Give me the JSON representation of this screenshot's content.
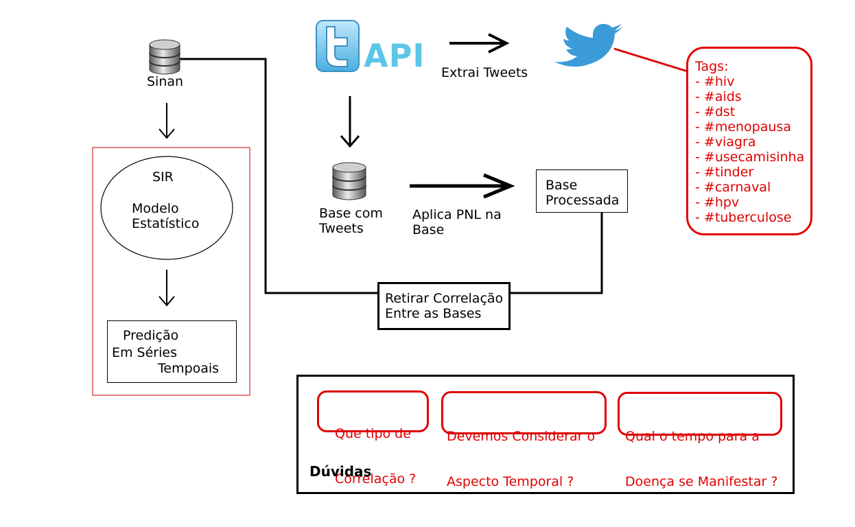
{
  "sinan": {
    "label": "Sinan"
  },
  "twitter_api": {
    "api_label": "API"
  },
  "extract": {
    "label": "Extrai Tweets"
  },
  "tags": {
    "title": "Tags:",
    "items": [
      "- #hiv",
      "- #aids",
      "- #dst",
      "- #menopausa",
      "- #viagra",
      "- #usecamisinha",
      "- #tinder",
      "- #carnaval",
      "- #hpv",
      "- #tuberculose"
    ]
  },
  "sir_panel": {
    "sir_label": "SIR",
    "model_line1": "Modelo",
    "model_line2": "Estatístico",
    "prediction_line1": "Predição",
    "prediction_line2": "Em Séries",
    "prediction_line3": "Tempoais"
  },
  "tweets_db": {
    "line1": "Base com",
    "line2": "Tweets"
  },
  "nlp": {
    "line1": "Aplica PNL na",
    "line2": "Base"
  },
  "processed": {
    "line1": "Base",
    "line2": "Processada"
  },
  "correlation": {
    "line1": "Retirar Correlação",
    "line2": "Entre as Bases"
  },
  "questions": {
    "title": "Dúvidas",
    "q1_line1": "Que tipo de",
    "q1_line2": "Correlação ?",
    "q2_line1": "Devemos Considerar o",
    "q2_line2": "Aspecto Temporal ?",
    "q3_line1": "Qual o tempo para a",
    "q3_line2": "Doença se Manifestar ?"
  },
  "colors": {
    "accent_red": "#e00000",
    "twitter_blue": "#3a9bd8",
    "api_text": "#5cc6e8"
  }
}
